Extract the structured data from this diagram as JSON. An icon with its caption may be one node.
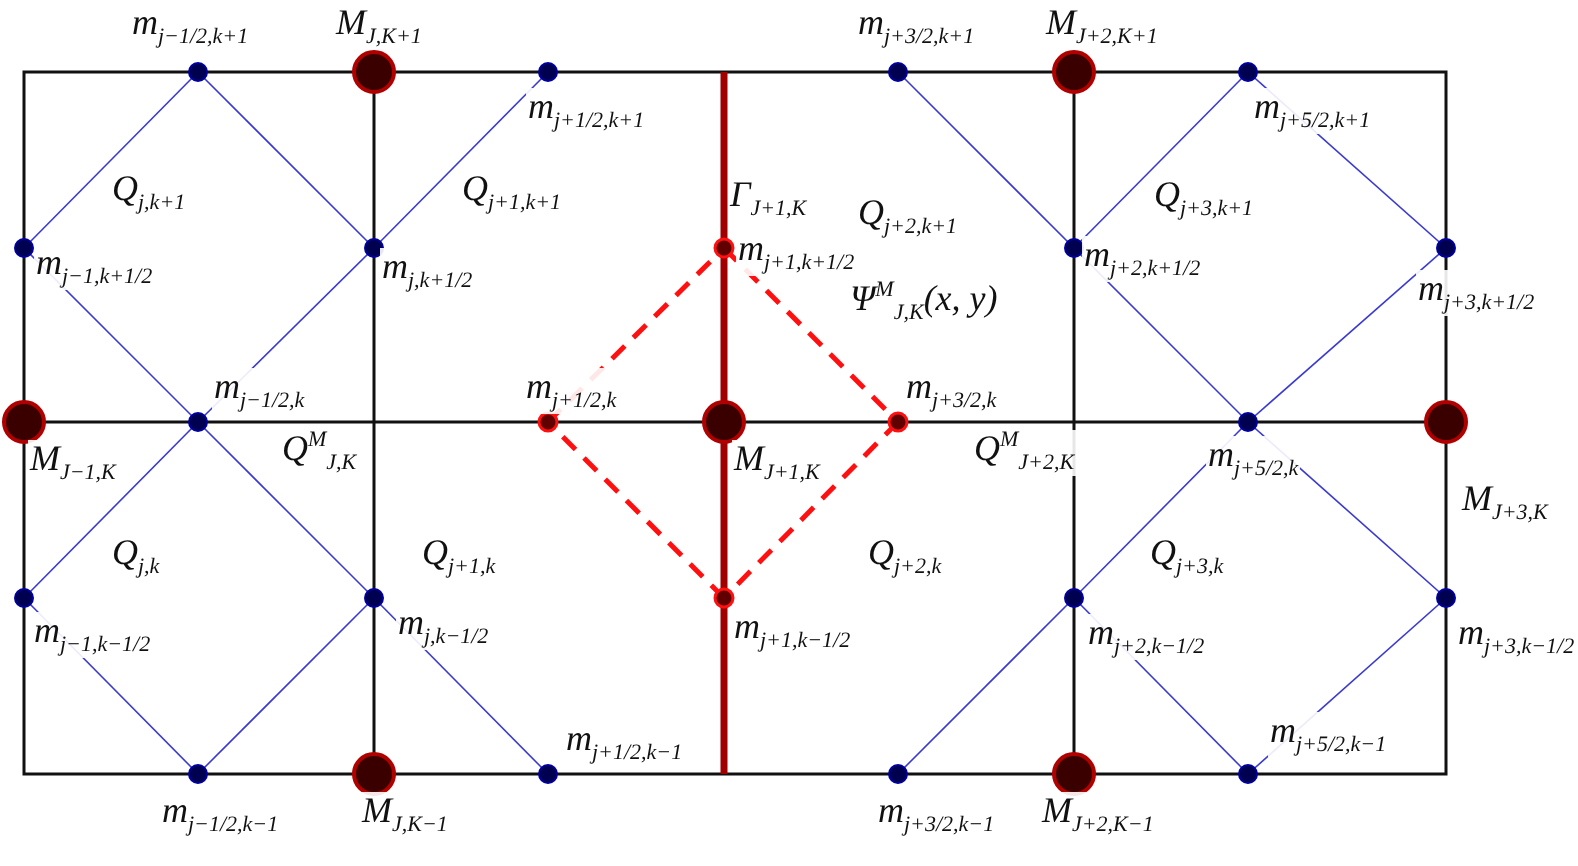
{
  "diagram": {
    "labels": [
      "m$_{j−1/2,k+1}$",
      "M$_{J,K+1}$",
      "m$_{j+3/2,k+1}$",
      "M$_{J+2,K+1}$",
      "m$_{j+1/2,k+1}$",
      "m$_{j+5/2,k+1}$",
      "Q$_{j,k+1}$",
      "Q$_{j+1,k+1}$",
      "Γ$_{J+1,K}$",
      "Q$_{j+2,k+1}$",
      "Q$_{j+3,k+1}$",
      "m$_{j−1,k+1/2}$",
      "m$_{j,k+1/2}$",
      "m$_{j+1,k+1/2}$",
      "m$_{j+2,k+1/2}$",
      "Ψ$^{M}$$_{J,K}$(x, y)",
      "m$_{j+3,k+1/2}$",
      "m$_{j−1/2,k}$",
      "m$_{j+1/2,k}$",
      "m$_{j+3/2,k}$",
      "M$_{J−1,K}$",
      "Q$^{M}$$_{J,K}$",
      "M$_{J+1,K}$",
      "Q$^{M}$$_{J+2,K}$",
      "m$_{j+5/2,k}$",
      "M$_{J+3,K}$",
      "Q$_{j,k}$",
      "Q$_{j+1,k}$",
      "Q$_{j+2,k}$",
      "Q$_{j+3,k}$",
      "m$_{j−1,k−1/2}$",
      "m$_{j,k−1/2}$",
      "m$_{j+1,k−1/2}$",
      "m$_{j+2,k−1/2}$",
      "m$_{j+3,k−1/2}$",
      "m$_{j+1/2,k−1}$",
      "m$_{j+5/2,k−1}$",
      "m$_{j−1/2,k−1}$",
      "M$_{J,K−1}$",
      "m$_{j+3/2,k−1}$",
      "M$_{J+2,K−1}$"
    ]
  }
}
